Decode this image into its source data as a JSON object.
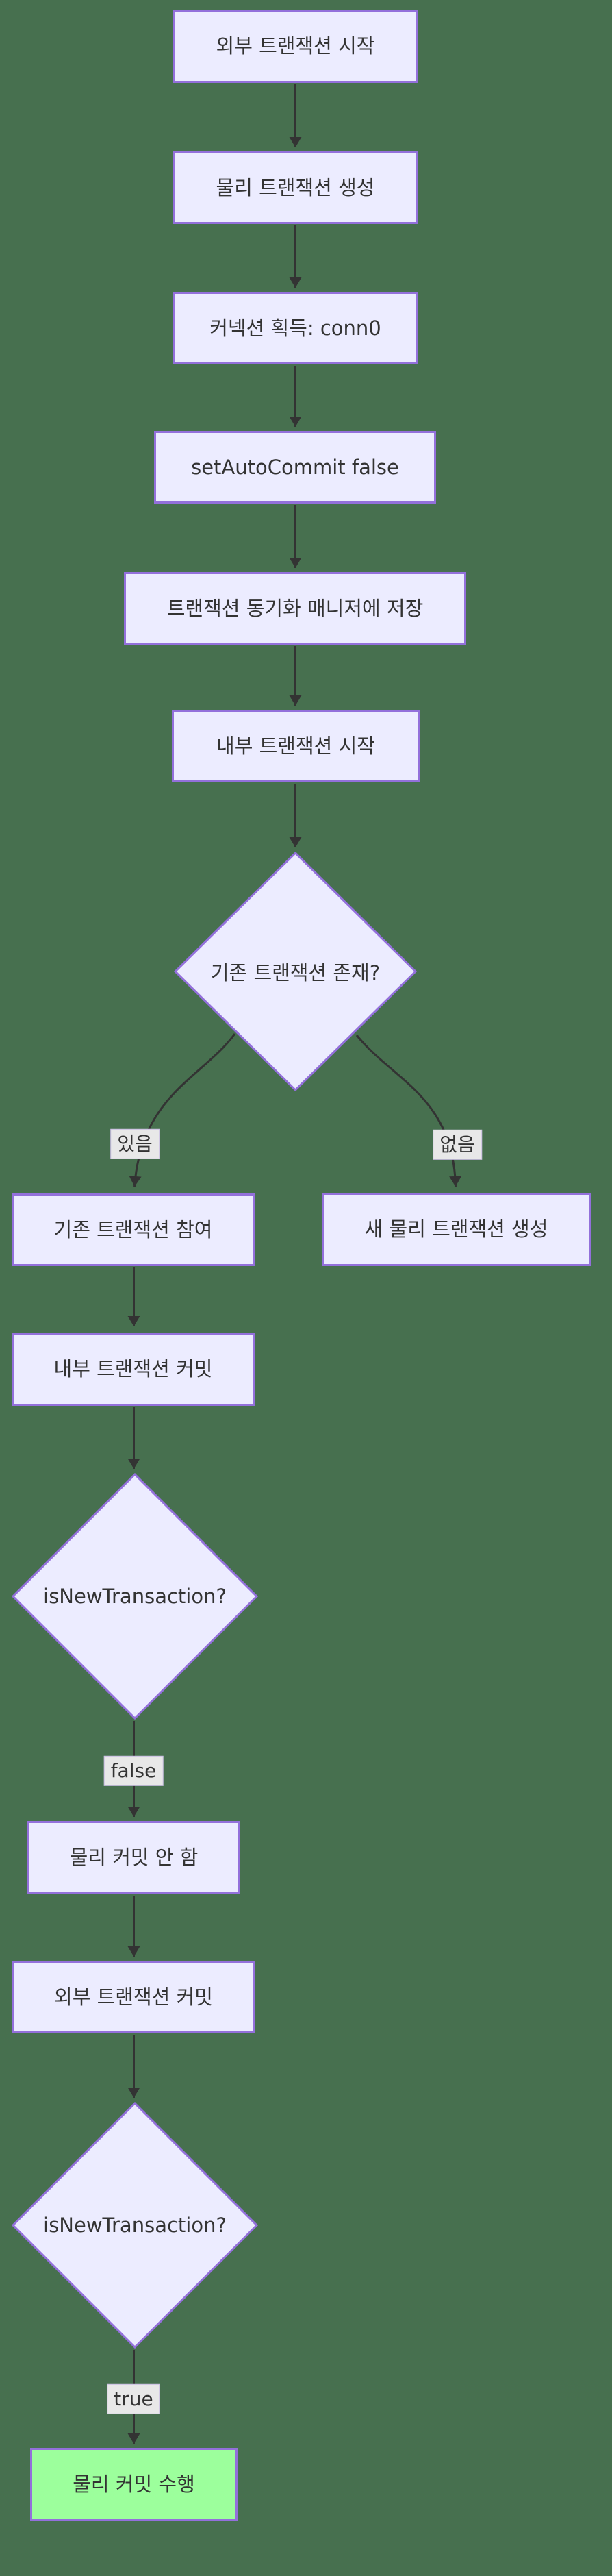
{
  "diagram": {
    "type": "flowchart",
    "direction": "top-down",
    "colors": {
      "background": "#47704F",
      "node_fill": "#ECECFF",
      "node_border": "#9370DB",
      "text": "#333333",
      "edge": "#333333",
      "edge_label_bg": "#e8e8e8",
      "success_fill": "#9CFF9C"
    },
    "nodes": [
      {
        "id": "A",
        "shape": "rect",
        "label": "외부 트랜잭션 시작"
      },
      {
        "id": "B",
        "shape": "rect",
        "label": "물리 트랜잭션 생성"
      },
      {
        "id": "C",
        "shape": "rect",
        "label": "커넥션 획득: conn0"
      },
      {
        "id": "D",
        "shape": "rect",
        "label": "setAutoCommit false"
      },
      {
        "id": "E",
        "shape": "rect",
        "label": "트랜잭션 동기화 매니저에 저장"
      },
      {
        "id": "F",
        "shape": "rect",
        "label": "내부 트랜잭션 시작"
      },
      {
        "id": "G",
        "shape": "diamond",
        "label": "기존 트랜잭션 존재?"
      },
      {
        "id": "H",
        "shape": "rect",
        "label": "기존 트랜잭션 참여"
      },
      {
        "id": "I",
        "shape": "rect",
        "label": "새 물리 트랜잭션 생성"
      },
      {
        "id": "J",
        "shape": "rect",
        "label": "내부 트랜잭션 커밋"
      },
      {
        "id": "K",
        "shape": "diamond",
        "label": "isNewTransaction?"
      },
      {
        "id": "L",
        "shape": "rect",
        "label": "물리 커밋 안 함"
      },
      {
        "id": "M",
        "shape": "rect",
        "label": "외부 트랜잭션 커밋"
      },
      {
        "id": "N",
        "shape": "diamond",
        "label": "isNewTransaction?"
      },
      {
        "id": "O",
        "shape": "rect-success",
        "label": "물리 커밋 수행"
      }
    ],
    "edge_labels": {
      "yes": "있음",
      "no": "없음",
      "false": "false",
      "true": "true"
    }
  }
}
